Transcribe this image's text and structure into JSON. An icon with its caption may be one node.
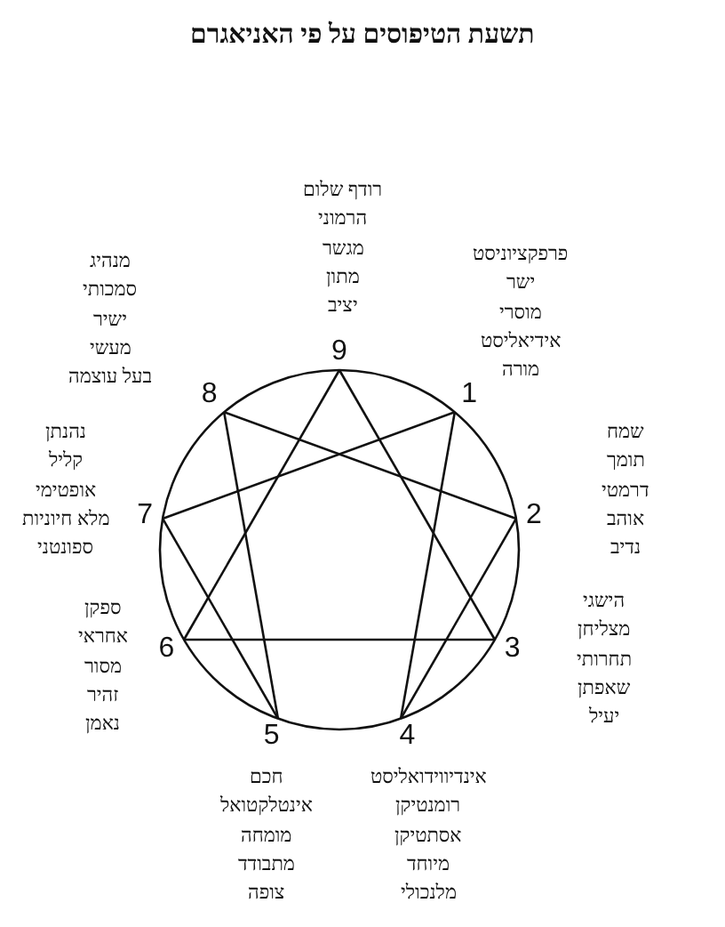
{
  "diagram": {
    "title": "תשעת הטיפוסים על פי האניאגרם",
    "nodes": [
      {
        "text": [
          "9"
        ],
        "beside": [
          "רודף שלום",
          "הרמוני",
          "מגשר",
          "מתון",
          "יציב"
        ]
      },
      {
        "text": [
          "1"
        ],
        "beside": [
          "פרפקציוניסט",
          "ישר",
          "מוסרי",
          "אידיאליסט",
          "מורה"
        ]
      },
      {
        "text": [
          "2"
        ],
        "beside": [
          "שמח",
          "תומך",
          "דרמטי",
          "אוהב",
          "נדיב"
        ]
      },
      {
        "text": [
          "3"
        ],
        "beside": [
          "הישגי",
          "מצליחן",
          "תחרותי",
          "שאפתן",
          "יעיל"
        ]
      },
      {
        "text": [
          "4"
        ],
        "beside": [
          "אינדיווידואליסט",
          "רומנטיקן",
          "אסתטיקן",
          "מיוחד",
          "מלנכולי"
        ]
      },
      {
        "text": [
          "5"
        ],
        "beside": [
          "חכם",
          "אינטלקטואל",
          "מומחה",
          "מתבודד",
          "צופה"
        ]
      },
      {
        "text": [
          "6"
        ],
        "beside": [
          "ספקן",
          "אחראי",
          "מסור",
          "זהיר",
          "נאמן"
        ]
      },
      {
        "text": [
          "7"
        ],
        "beside": [
          "נהנתן",
          "קליל",
          "אופטימי",
          "מלא חיוניות",
          "ספונטני"
        ]
      },
      {
        "text": [
          "8"
        ],
        "beside": [
          "מנהיג",
          "סמכותי",
          "ישיר",
          "מעשי",
          "בעל עוצמה"
        ]
      }
    ],
    "edges": [
      {
        "from": 0,
        "to": 3,
        "arrow": "none"
      },
      {
        "from": 3,
        "to": 6,
        "arrow": "none"
      },
      {
        "from": 6,
        "to": 0,
        "arrow": "none"
      },
      {
        "from": 1,
        "to": 4,
        "arrow": "none"
      },
      {
        "from": 4,
        "to": 2,
        "arrow": "none"
      },
      {
        "from": 2,
        "to": 8,
        "arrow": "none"
      },
      {
        "from": 8,
        "to": 5,
        "arrow": "none"
      },
      {
        "from": 5,
        "to": 7,
        "arrow": "none"
      },
      {
        "from": 7,
        "to": 1,
        "arrow": "none"
      }
    ]
  }
}
